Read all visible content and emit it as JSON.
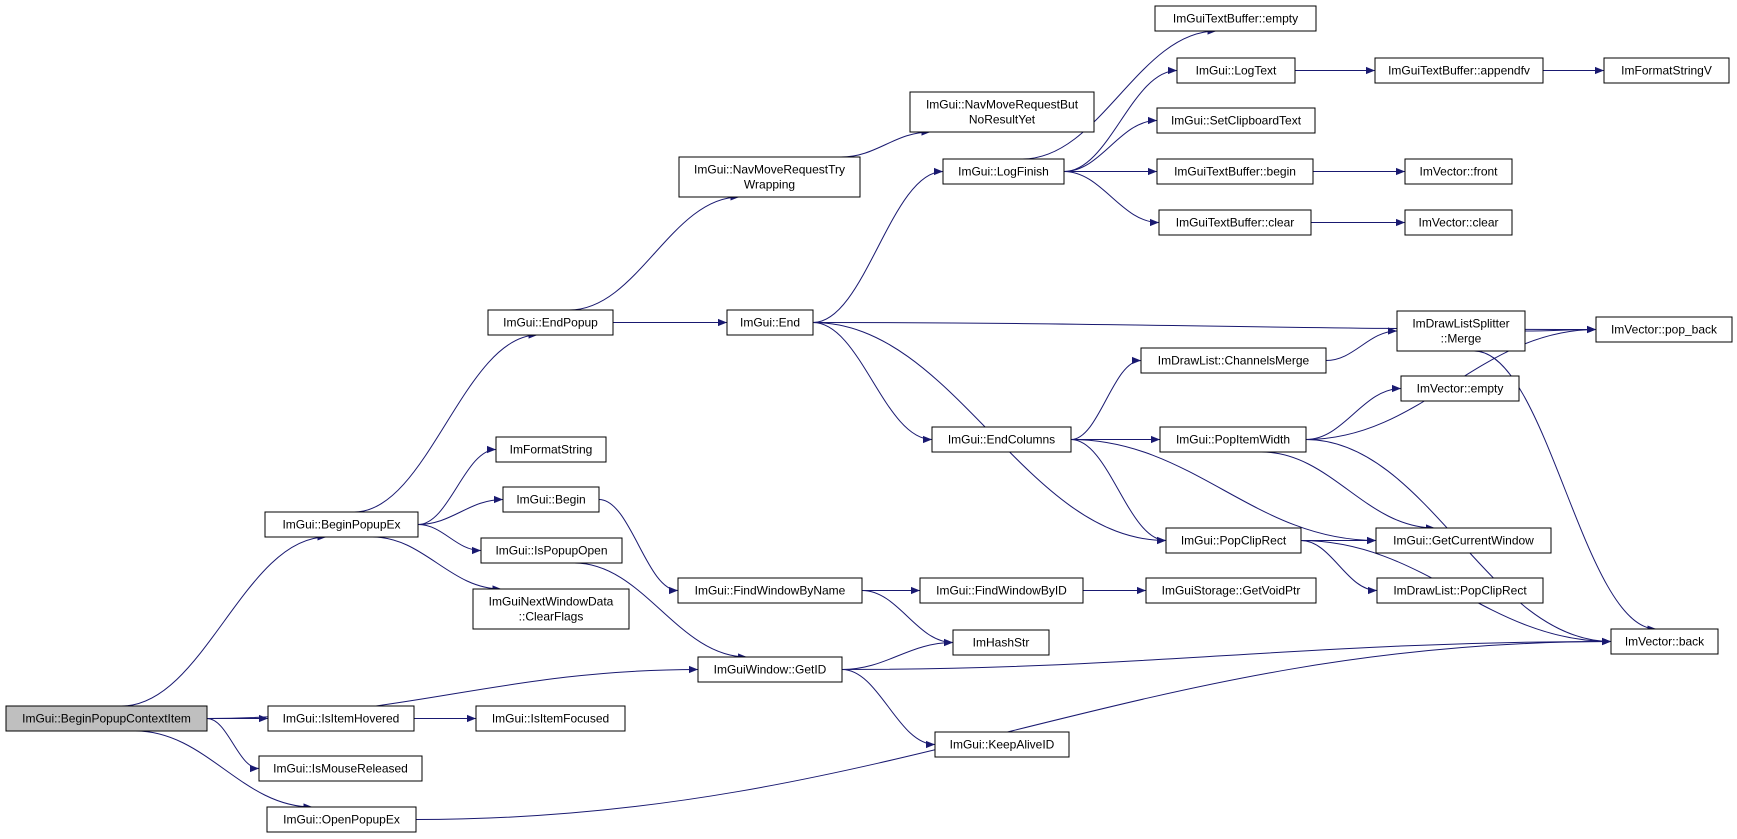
{
  "graph": {
    "nodes": [
      {
        "id": "begin_popup_context_item",
        "lines": [
          "ImGui::BeginPopupContextItem"
        ],
        "root": true
      },
      {
        "id": "begin_popup_ex",
        "lines": [
          "ImGui::BeginPopupEx"
        ]
      },
      {
        "id": "is_item_hovered",
        "lines": [
          "ImGui::IsItemHovered"
        ]
      },
      {
        "id": "is_mouse_released",
        "lines": [
          "ImGui::IsMouseReleased"
        ]
      },
      {
        "id": "open_popup_ex",
        "lines": [
          "ImGui::OpenPopupEx"
        ]
      },
      {
        "id": "end_popup",
        "lines": [
          "ImGui::EndPopup"
        ]
      },
      {
        "id": "im_format_string",
        "lines": [
          "ImFormatString"
        ]
      },
      {
        "id": "begin",
        "lines": [
          "ImGui::Begin"
        ]
      },
      {
        "id": "is_popup_open",
        "lines": [
          "ImGui::IsPopupOpen"
        ]
      },
      {
        "id": "next_window_clear",
        "lines": [
          "ImGuiNextWindowData",
          "::ClearFlags"
        ]
      },
      {
        "id": "is_item_focused",
        "lines": [
          "ImGui::IsItemFocused"
        ]
      },
      {
        "id": "nav_move_try_wrapping",
        "lines": [
          "ImGui::NavMoveRequestTry",
          "Wrapping"
        ]
      },
      {
        "id": "end",
        "lines": [
          "ImGui::End"
        ]
      },
      {
        "id": "find_window_by_name",
        "lines": [
          "ImGui::FindWindowByName"
        ]
      },
      {
        "id": "window_get_id",
        "lines": [
          "ImGuiWindow::GetID"
        ]
      },
      {
        "id": "nav_move_but_no_result",
        "lines": [
          "ImGui::NavMoveRequestBut",
          "NoResultYet"
        ]
      },
      {
        "id": "log_finish",
        "lines": [
          "ImGui::LogFinish"
        ]
      },
      {
        "id": "end_columns",
        "lines": [
          "ImGui::EndColumns"
        ]
      },
      {
        "id": "find_window_by_id",
        "lines": [
          "ImGui::FindWindowByID"
        ]
      },
      {
        "id": "im_hash_str",
        "lines": [
          "ImHashStr"
        ]
      },
      {
        "id": "keep_alive_id",
        "lines": [
          "ImGui::KeepAliveID"
        ]
      },
      {
        "id": "text_buffer_empty",
        "lines": [
          "ImGuiTextBuffer::empty"
        ]
      },
      {
        "id": "log_text",
        "lines": [
          "ImGui::LogText"
        ]
      },
      {
        "id": "set_clipboard_text",
        "lines": [
          "ImGui::SetClipboardText"
        ]
      },
      {
        "id": "text_buffer_begin",
        "lines": [
          "ImGuiTextBuffer::begin"
        ]
      },
      {
        "id": "text_buffer_clear",
        "lines": [
          "ImGuiTextBuffer::clear"
        ]
      },
      {
        "id": "channels_merge",
        "lines": [
          "ImDrawList::ChannelsMerge"
        ]
      },
      {
        "id": "pop_item_width",
        "lines": [
          "ImGui::PopItemWidth"
        ]
      },
      {
        "id": "pop_clip_rect",
        "lines": [
          "ImGui::PopClipRect"
        ]
      },
      {
        "id": "storage_get_void_ptr",
        "lines": [
          "ImGuiStorage::GetVoidPtr"
        ]
      },
      {
        "id": "text_buffer_appendfv",
        "lines": [
          "ImGuiTextBuffer::appendfv"
        ]
      },
      {
        "id": "vector_front",
        "lines": [
          "ImVector::front"
        ]
      },
      {
        "id": "vector_clear",
        "lines": [
          "ImVector::clear"
        ]
      },
      {
        "id": "splitter_merge",
        "lines": [
          "ImDrawListSplitter",
          "::Merge"
        ]
      },
      {
        "id": "vector_empty",
        "lines": [
          "ImVector::empty"
        ]
      },
      {
        "id": "get_current_window",
        "lines": [
          "ImGui::GetCurrentWindow"
        ]
      },
      {
        "id": "drawlist_pop_clip_rect",
        "lines": [
          "ImDrawList::PopClipRect"
        ]
      },
      {
        "id": "im_format_string_v",
        "lines": [
          "ImFormatStringV"
        ]
      },
      {
        "id": "vector_pop_back",
        "lines": [
          "ImVector::pop_back"
        ]
      },
      {
        "id": "vector_back",
        "lines": [
          "ImVector::back"
        ]
      }
    ],
    "edges": [
      [
        "begin_popup_context_item",
        "begin_popup_ex"
      ],
      [
        "begin_popup_context_item",
        "window_get_id"
      ],
      [
        "begin_popup_context_item",
        "is_item_hovered"
      ],
      [
        "begin_popup_context_item",
        "is_mouse_released"
      ],
      [
        "begin_popup_context_item",
        "open_popup_ex"
      ],
      [
        "begin_popup_ex",
        "end_popup"
      ],
      [
        "begin_popup_ex",
        "im_format_string"
      ],
      [
        "begin_popup_ex",
        "begin"
      ],
      [
        "begin_popup_ex",
        "is_popup_open"
      ],
      [
        "begin_popup_ex",
        "next_window_clear"
      ],
      [
        "is_item_hovered",
        "is_item_focused"
      ],
      [
        "open_popup_ex",
        "vector_back"
      ],
      [
        "end_popup",
        "nav_move_try_wrapping"
      ],
      [
        "end_popup",
        "end"
      ],
      [
        "begin",
        "find_window_by_name"
      ],
      [
        "is_popup_open",
        "window_get_id"
      ],
      [
        "nav_move_try_wrapping",
        "nav_move_but_no_result"
      ],
      [
        "end",
        "log_finish"
      ],
      [
        "end",
        "vector_pop_back"
      ],
      [
        "end",
        "end_columns"
      ],
      [
        "end",
        "pop_clip_rect"
      ],
      [
        "find_window_by_name",
        "find_window_by_id"
      ],
      [
        "find_window_by_name",
        "im_hash_str"
      ],
      [
        "window_get_id",
        "im_hash_str"
      ],
      [
        "window_get_id",
        "keep_alive_id"
      ],
      [
        "window_get_id",
        "vector_back"
      ],
      [
        "log_finish",
        "text_buffer_empty"
      ],
      [
        "log_finish",
        "log_text"
      ],
      [
        "log_finish",
        "set_clipboard_text"
      ],
      [
        "log_finish",
        "text_buffer_begin"
      ],
      [
        "log_finish",
        "text_buffer_clear"
      ],
      [
        "end_columns",
        "channels_merge"
      ],
      [
        "end_columns",
        "pop_item_width"
      ],
      [
        "end_columns",
        "pop_clip_rect"
      ],
      [
        "end_columns",
        "get_current_window"
      ],
      [
        "find_window_by_id",
        "storage_get_void_ptr"
      ],
      [
        "log_text",
        "text_buffer_appendfv"
      ],
      [
        "text_buffer_begin",
        "vector_front"
      ],
      [
        "text_buffer_clear",
        "vector_clear"
      ],
      [
        "channels_merge",
        "splitter_merge"
      ],
      [
        "pop_item_width",
        "vector_empty"
      ],
      [
        "pop_item_width",
        "vector_pop_back"
      ],
      [
        "pop_item_width",
        "get_current_window"
      ],
      [
        "pop_item_width",
        "vector_back"
      ],
      [
        "pop_clip_rect",
        "get_current_window"
      ],
      [
        "pop_clip_rect",
        "drawlist_pop_clip_rect"
      ],
      [
        "pop_clip_rect",
        "vector_back"
      ],
      [
        "text_buffer_appendfv",
        "im_format_string_v"
      ],
      [
        "splitter_merge",
        "vector_pop_back"
      ],
      [
        "splitter_merge",
        "vector_back"
      ]
    ]
  }
}
